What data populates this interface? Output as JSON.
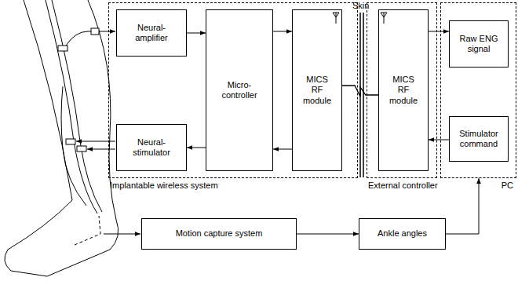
{
  "diagram": {
    "nodes": [
      {
        "text": [
          "Implantable wireless system"
        ]
      },
      {
        "text": [
          "Neural- amplifier"
        ],
        "in": 0
      },
      {
        "text": [
          "Neural- stimulator"
        ],
        "in": 0
      },
      {
        "text": [
          "Micro- controller"
        ],
        "in": 0
      },
      {
        "text": [
          "MICS RF module"
        ],
        "in": 0
      },
      {
        "text": [
          "External controller"
        ]
      },
      {
        "text": [
          "MICS RF module"
        ],
        "in": 5
      },
      {
        "text": [
          "PC"
        ]
      },
      {
        "text": [
          "Raw ENG signal"
        ],
        "in": 7
      },
      {
        "text": [
          "Stimulator command"
        ],
        "in": 7
      },
      {
        "text": [
          "Motion capture system"
        ]
      },
      {
        "text": [
          "Ankle angles"
        ]
      }
    ],
    "edges": [
      {
        "from": 1,
        "to": 3,
        "arrow": "to"
      },
      {
        "from": 3,
        "to": 2,
        "arrow": "to"
      },
      {
        "from": 3,
        "to": 4,
        "arrow": "to"
      },
      {
        "from": 4,
        "to": 3,
        "arrow": "to"
      },
      {
        "from": 4,
        "to": 6,
        "arrow": "none"
      },
      {
        "from": 6,
        "to": 8,
        "arrow": "to"
      },
      {
        "from": 9,
        "to": 6,
        "arrow": "to"
      },
      {
        "from": 10,
        "to": 11,
        "arrow": "to"
      },
      {
        "from": 11,
        "to": 7,
        "arrow": "to"
      }
    ],
    "labels": [
      "Skin"
    ]
  }
}
